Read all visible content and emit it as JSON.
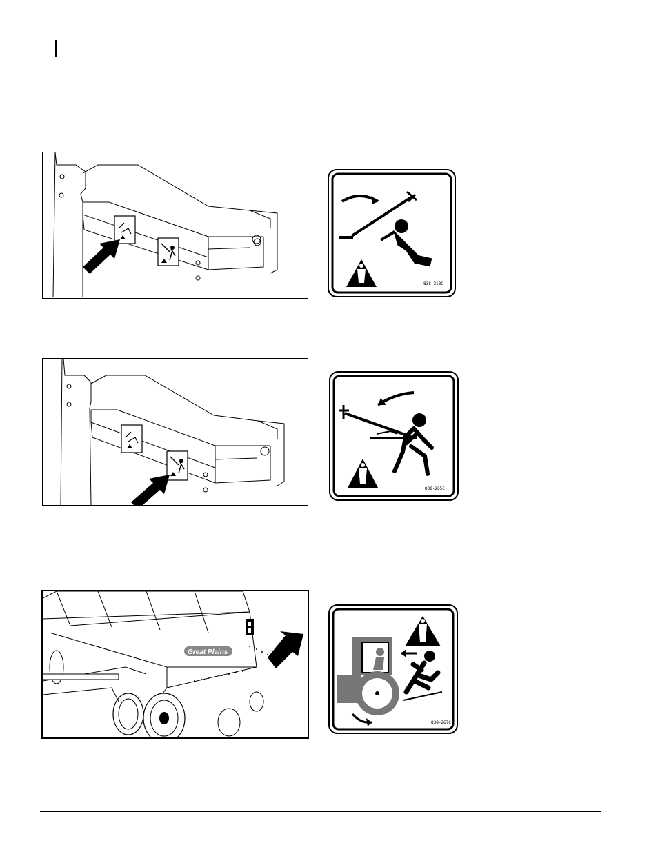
{
  "decals": [
    {
      "code": "838-318C",
      "name": "crushing hazard decal one"
    },
    {
      "code": "838-265C",
      "name": "crushing hazard decal two"
    },
    {
      "code": "838-267C",
      "name": "runover hazard decal"
    }
  ],
  "brand_logo_text": "Great Plains"
}
